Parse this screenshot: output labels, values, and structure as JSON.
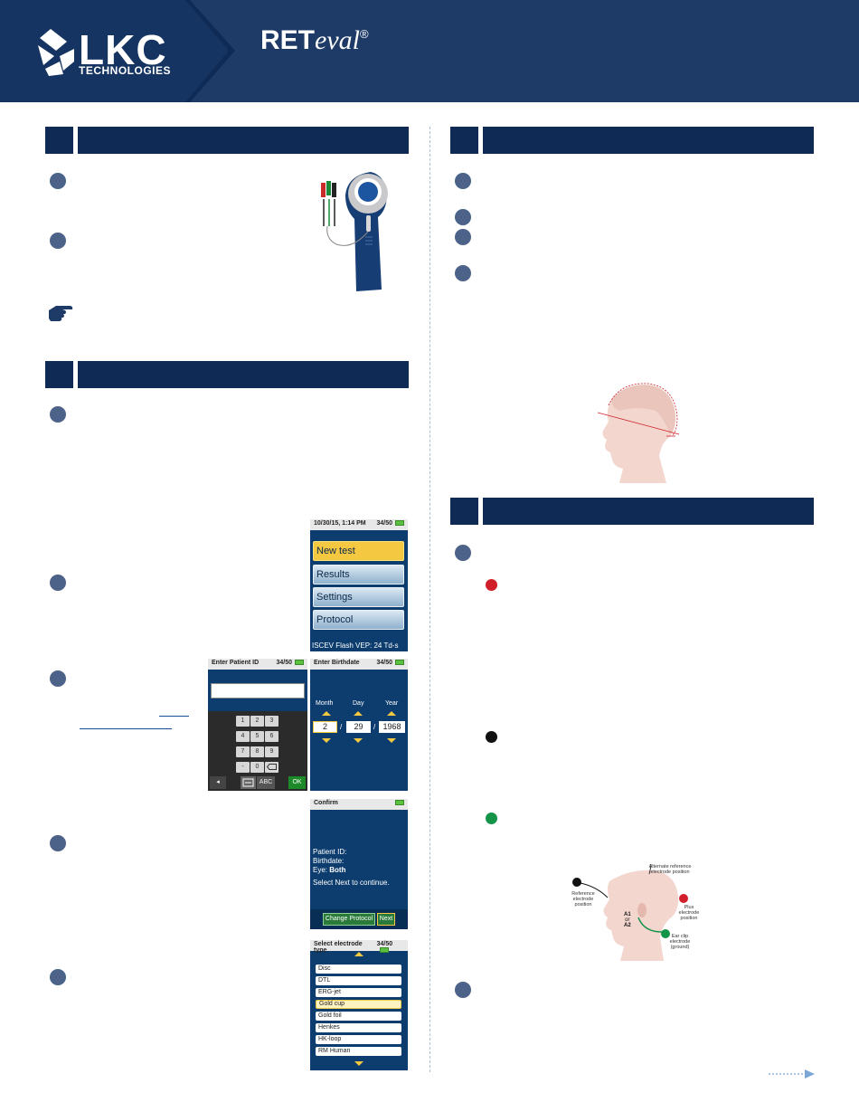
{
  "header": {
    "logo_main": "LKC",
    "logo_sub": "TECHNOLOGIES",
    "product_name_bold": "RET",
    "product_name_italic": "eval",
    "product_reg": "®"
  },
  "colors": {
    "header_bg": "#1e3a66",
    "section_bar": "#0f2a55",
    "bullet": "#4d6289",
    "accent_yellow": "#f5c842",
    "screen_bg": "#0d3d6e",
    "red_dot": "#d11f2a",
    "black_dot": "#111111",
    "green_dot": "#139448"
  },
  "icons": {
    "hint": "pointing-hand-icon",
    "continue": "dotted-arrow-icon"
  },
  "screens": {
    "home": {
      "status_left": "10/30/15, 1:14 PM",
      "status_right": "34/50",
      "menu": [
        "New test",
        "Results",
        "Settings",
        "Protocol"
      ],
      "footer": "ISCEV Flash VEP: 24 Td-s"
    },
    "patient_id": {
      "title": "Enter Patient ID",
      "status_right": "34/50",
      "keys": [
        "1",
        "2",
        "3",
        "4",
        "5",
        "6",
        "7",
        "8",
        "9",
        "-",
        "0"
      ],
      "abc": "ABC",
      "ok": "OK"
    },
    "birthdate": {
      "title": "Enter Birthdate",
      "status_right": "34/50",
      "month_label": "Month",
      "day_label": "Day",
      "year_label": "Year",
      "month": "2",
      "day": "29",
      "year": "1968",
      "sep": "/"
    },
    "confirm": {
      "title": "Confirm",
      "patient_id": "Patient ID:",
      "birthdate": "Birthdate:",
      "eye_label": "Eye:",
      "eye_value": "Both",
      "instruction": "Select Next to continue.",
      "change_protocol": "Change Protocol",
      "next": "Next"
    },
    "electrode": {
      "title": "Select electrode type",
      "status_right": "34/50",
      "items": [
        "Disc",
        "DTL",
        "ERG-jet",
        "Gold cup",
        "Gold foil",
        "Henkes",
        "HK-loop",
        "RM Human"
      ],
      "selected": "Gold cup"
    }
  },
  "diagram": {
    "alt_ref": "Alternate reference electrode position",
    "reference": "Reference electrode position",
    "plus": "Plus electrode position",
    "ear_clip": "Ear clip electrode (ground)",
    "a1": "A1",
    "or": "or",
    "a2": "A2"
  }
}
